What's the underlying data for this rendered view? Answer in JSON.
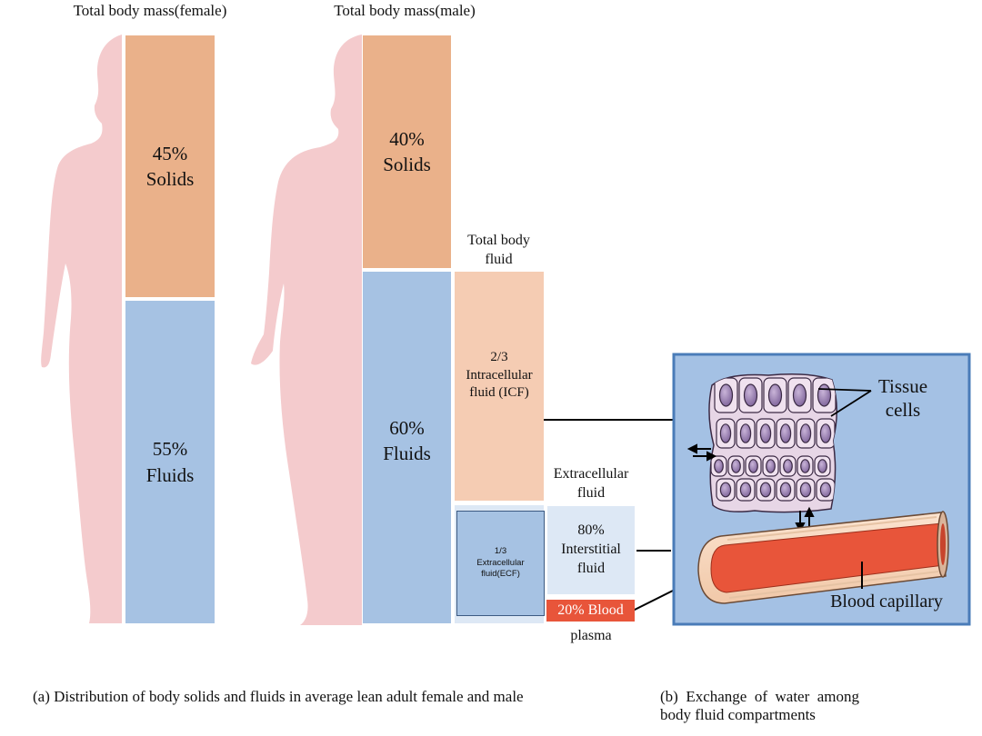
{
  "colors": {
    "solids": "#eab18a",
    "fluids": "#a6c2e3",
    "icf": "#f5ccb3",
    "interstitial": "#dde8f5",
    "blood": "#e8553a",
    "silhouette": "#f4cbcd",
    "panel_bg": "#a4c1e4",
    "panel_border": "#4a7cb8"
  },
  "female": {
    "header": "Total body mass(female)",
    "solids_pct": "45%",
    "solids_label": "Solids",
    "fluids_pct": "55%",
    "fluids_label": "Fluids"
  },
  "male": {
    "header": "Total body mass(male)",
    "solids_pct": "40%",
    "solids_label": "Solids",
    "fluids_pct": "60%",
    "fluids_label": "Fluids"
  },
  "tbf": {
    "header_line1": "Total body",
    "header_line2": "fluid",
    "icf_line1": "2/3",
    "icf_line2": "Intracellular",
    "icf_line3": "fluid (ICF)",
    "ecf_line1": "1/3",
    "ecf_line2": "Extracellular",
    "ecf_line3": "fluid(ECF)"
  },
  "ecf": {
    "header_line1": "Extracellular",
    "header_line2": "fluid",
    "interstitial_line1": "80%",
    "interstitial_line2": "Interstitial",
    "interstitial_line3": "fluid",
    "blood_label": "20% Blood",
    "plasma_label": "plasma"
  },
  "panel": {
    "tissue_line1": "Tissue",
    "tissue_line2": "cells",
    "capillary_label": "Blood capillary"
  },
  "captions": {
    "a": "(a) Distribution of body solids and fluids in average lean adult female and male",
    "b_line1": "(b)  Exchange  of  water  among",
    "b_line2": "body fluid compartments"
  }
}
